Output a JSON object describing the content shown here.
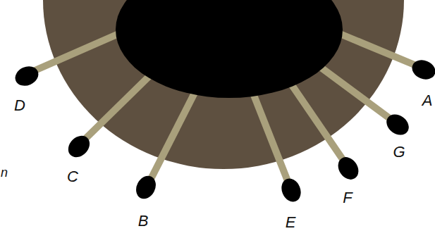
{
  "diagram": {
    "labels": [
      "D",
      "A",
      "C",
      "G",
      "F",
      "B",
      "E",
      "n"
    ]
  }
}
